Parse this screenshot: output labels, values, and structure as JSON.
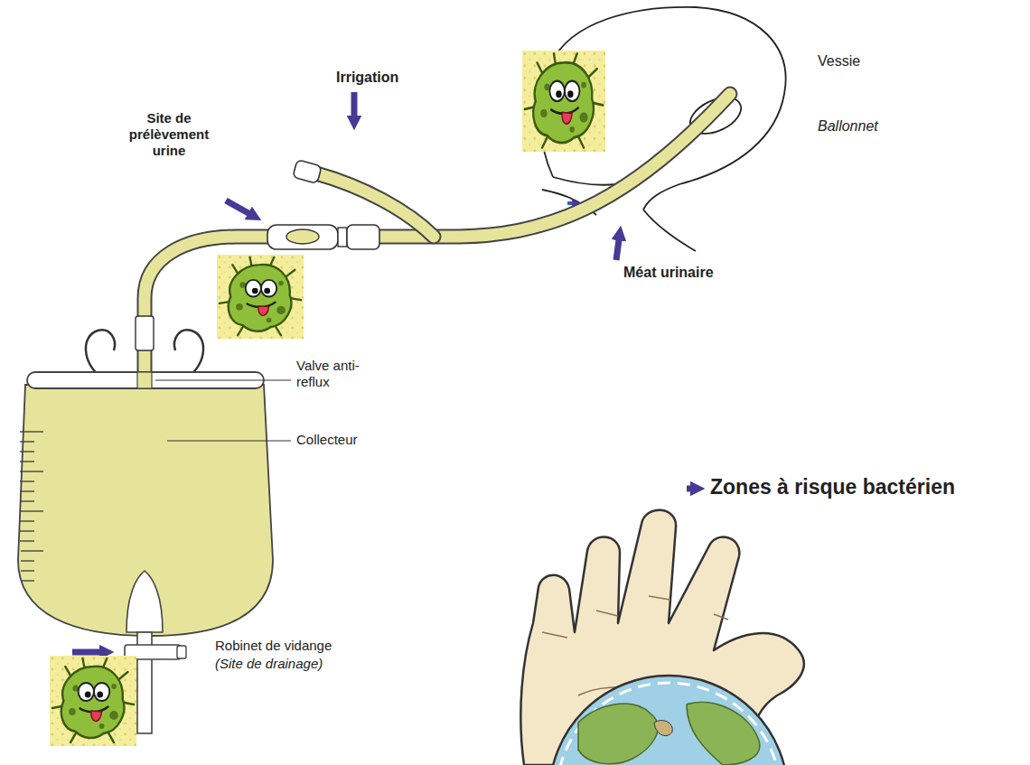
{
  "diagram": {
    "labels": [
      "Vessie",
      "Ballonnet",
      "Irrigation",
      "Site de prélèvement urine",
      "Méat urinaire",
      "Valve anti-reflux",
      "Collecteur",
      "Robinet de vidange",
      "(Site de drainage)"
    ],
    "legend": [
      {
        "text": "Zones à risque bactérien"
      }
    ]
  }
}
